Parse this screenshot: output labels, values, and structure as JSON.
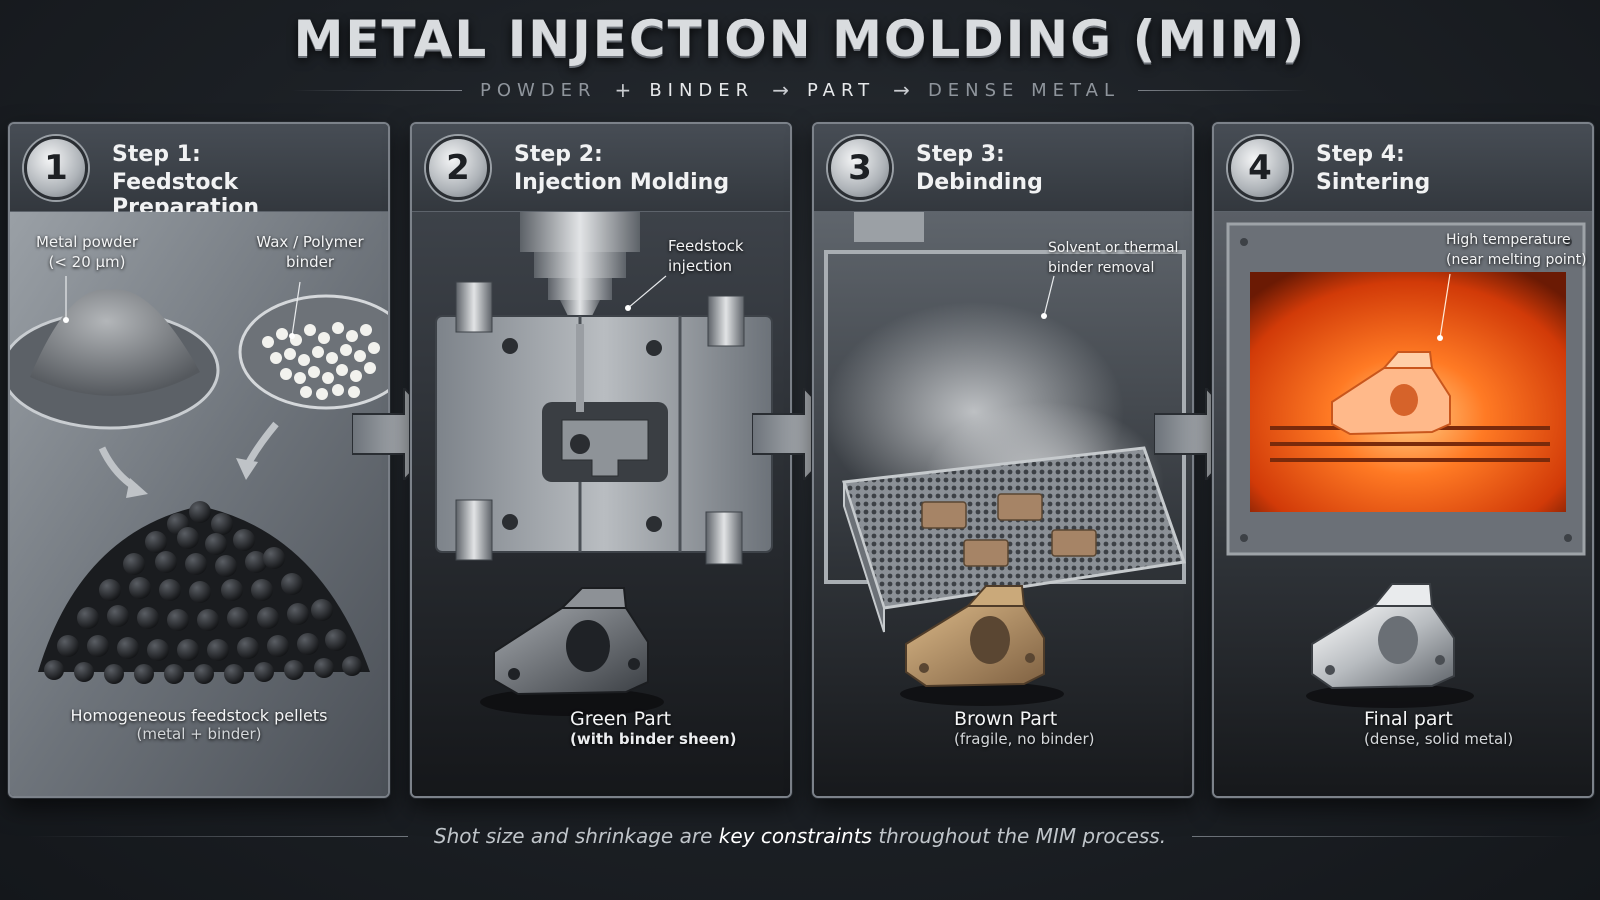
{
  "title": "METAL INJECTION MOLDING (MIM)",
  "subtitle": {
    "t1": "POWDER",
    "s1": "+",
    "t2": "BINDER",
    "s2": "→",
    "t3": "PART",
    "s3": "→",
    "t4": "DENSE METAL"
  },
  "steps": [
    {
      "number": "1",
      "label": "Step 1:",
      "name": "Feedstock Preparation",
      "notes": [
        {
          "line1": "Metal powder",
          "line2": "(< 20 µm)"
        },
        {
          "line1": "Wax / Polymer",
          "line2": "binder"
        }
      ],
      "caption_main": "Homogeneous feedstock pellets",
      "caption_sub": "(metal + binder)"
    },
    {
      "number": "2",
      "label": "Step 2:",
      "name": "Injection Molding",
      "notes": [
        {
          "line1": "Feedstock",
          "line2": "injection"
        }
      ],
      "caption_main": "Green Part",
      "caption_sub": "(with binder sheen)"
    },
    {
      "number": "3",
      "label": "Step 3:",
      "name": "Debinding",
      "notes": [
        {
          "line1": "Solvent or thermal",
          "line2": "binder removal"
        }
      ],
      "caption_main": "Brown Part",
      "caption_sub": "(fragile, no binder)"
    },
    {
      "number": "4",
      "label": "Step 4:",
      "name": "Sintering",
      "notes": [
        {
          "line1": "High temperature",
          "line2": "(near melting point)"
        }
      ],
      "caption_main": "Final part",
      "caption_sub": "(dense, solid metal)"
    }
  ],
  "footer": {
    "before": "Shot size and shrinkage are",
    "emphasis": "key constraints",
    "after": "throughout the MIM process."
  },
  "colors": {
    "furnace_glow": "#ff5a14",
    "brown_part": "#b08a5e",
    "final_part": "#d8dcdf",
    "green_part": "#6c7077"
  }
}
